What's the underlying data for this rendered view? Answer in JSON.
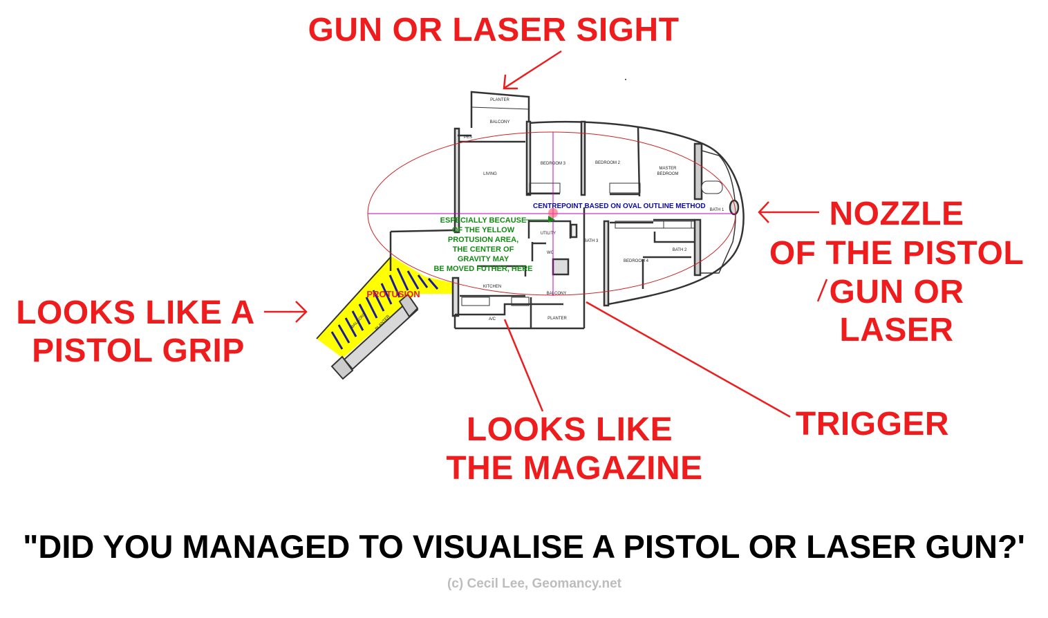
{
  "labels": {
    "sight": "GUN OR LASER SIGHT",
    "nozzle": [
      "NOZZLE",
      "OF THE PISTOL",
      "GUN OR",
      "LASER"
    ],
    "grip": [
      "LOOKS LIKE A",
      "PISTOL GRIP"
    ],
    "magazine": [
      "LOOKS LIKE",
      "THE MAGAZINE"
    ],
    "trigger": "TRIGGER"
  },
  "plan": {
    "rooms": {
      "planter_top": "PLANTER",
      "balcony_top": "BALCONY",
      "living": "LIVING",
      "bedroom3": "BEDROOM 3",
      "bedroom2": "BEDROOM 2",
      "master": [
        "MASTER",
        "BEDROOM"
      ],
      "bath1": "BATH 1",
      "utility": "UTILITY",
      "bath3": "BATH 3",
      "wc": "WC",
      "bath2": "BATH 2",
      "bedroom4": "BEDROOM 4",
      "kitchen": "KITCHEN",
      "balcony_bottom": "BALCONY",
      "ac": "A/C",
      "planter_bottom": "PLANTER",
      "planter_grip": "PLANTER",
      "balcony_grip": "BALCONY",
      "pes": "PES"
    },
    "centrepoint": "CENTREPOINT BASED ON OVAL OUTLINE METHOD",
    "note": [
      "ESPECIALLY BECAUSE",
      "OF THE YELLOW",
      "PROTUSION AREA,",
      "THE CENTER OF",
      "GRAVITY MAY",
      "BE MOVED FUTHER, HERE"
    ],
    "protusion": "PROTUSION"
  },
  "quote": "\"DID YOU MANAGED TO VISUALISE A PISTOL OR LASER GUN?'",
  "copyright": "(c) Cecil Lee, Geomancy.net",
  "colors": {
    "red": "#ee1c1c",
    "green": "#138a13",
    "blue": "#0a0aa0",
    "yellow": "#ffff00",
    "magenta": "#c000c0"
  }
}
